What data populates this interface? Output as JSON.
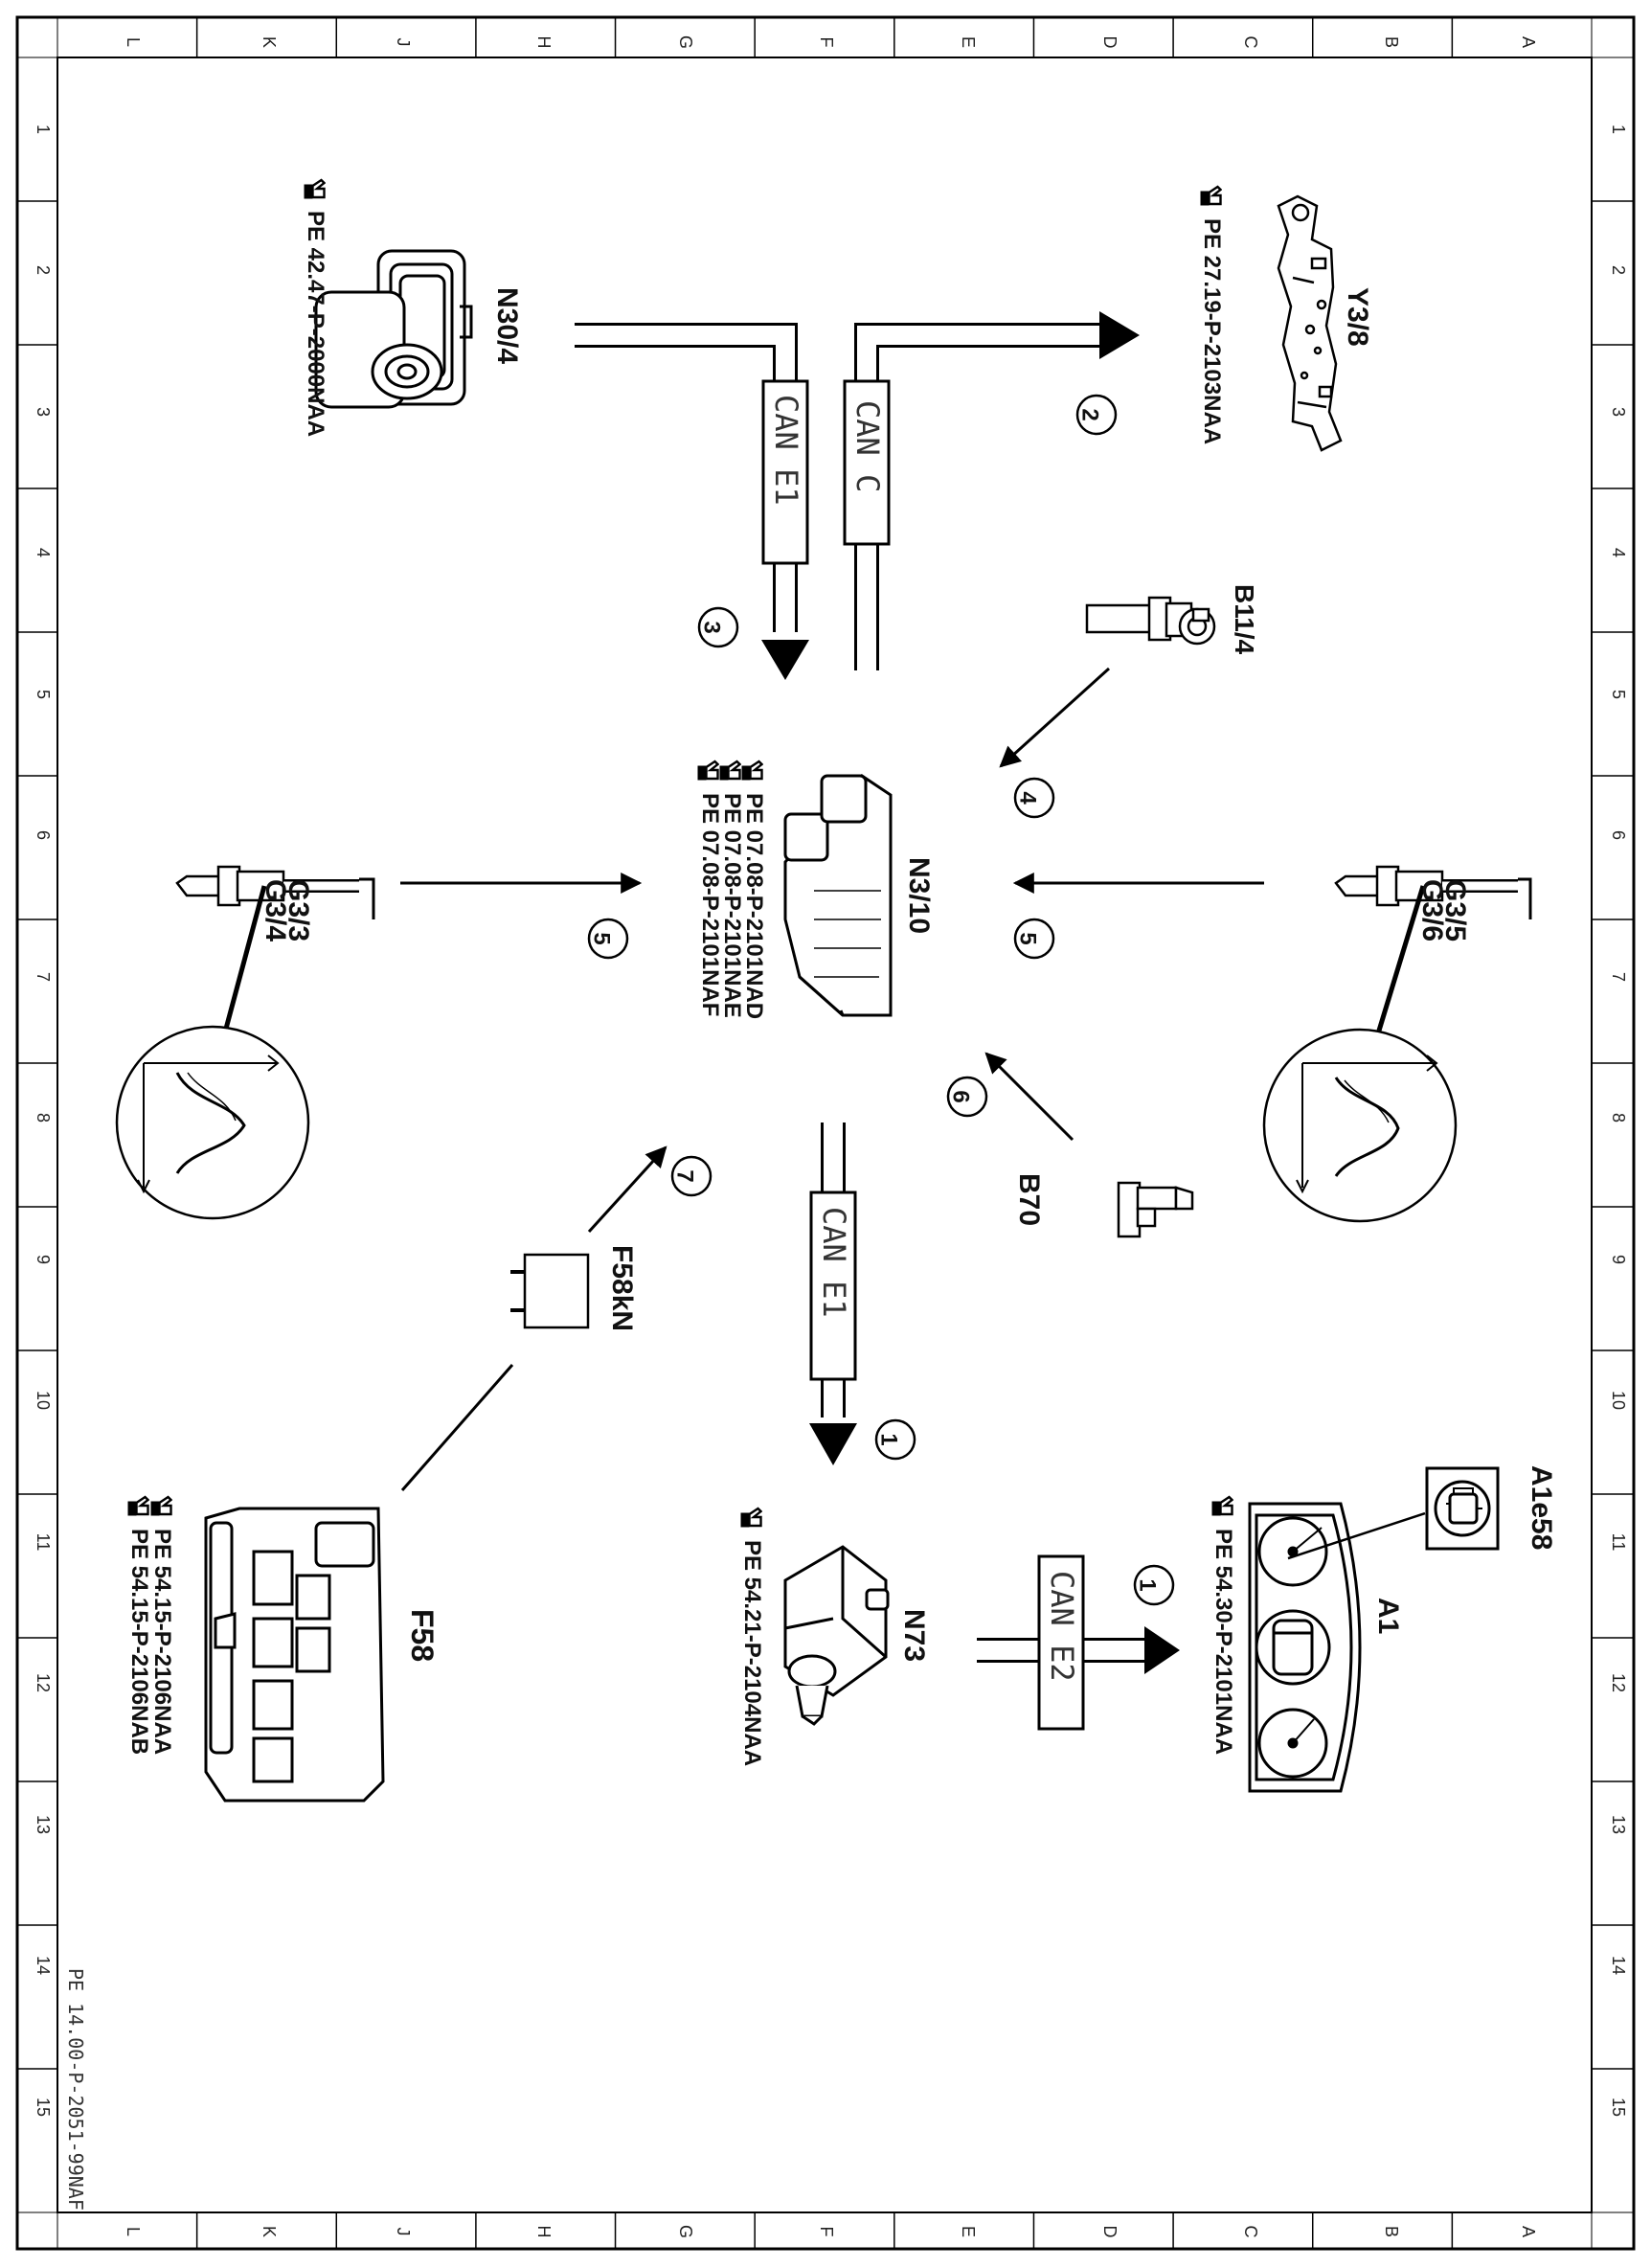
{
  "border": {
    "columns": [
      "L",
      "K",
      "J",
      "H",
      "G",
      "F",
      "E",
      "D",
      "C",
      "B",
      "A"
    ],
    "rows": [
      "1",
      "2",
      "3",
      "4",
      "5",
      "6",
      "7",
      "8",
      "9",
      "10",
      "11",
      "12",
      "13",
      "14",
      "15"
    ]
  },
  "doc_id": "PE 14.00-P-2051-99NAF",
  "components": {
    "n30_4": {
      "name": "N30/4",
      "refs": [
        "PE 42.47-P-2000NAA"
      ]
    },
    "y3_8": {
      "name": "Y3/8",
      "refs": [
        "PE 27.19-P-2103NAA"
      ]
    },
    "b11_4": {
      "name": "B11/4"
    },
    "n3_10": {
      "name": "N3/10",
      "refs": [
        "PE 07.08-P-2101NAD",
        "PE 07.08-P-2101NAE",
        "PE 07.08-P-2101NAF"
      ]
    },
    "g3_left": {
      "names": [
        "G3/3",
        "G3/4"
      ]
    },
    "g3_right": {
      "names": [
        "G3/5",
        "G3/6"
      ]
    },
    "b70": {
      "name": "B70"
    },
    "f58kn": {
      "name": "F58kN"
    },
    "f58": {
      "name": "F58",
      "refs": [
        "PE 54.15-P-2106NAA",
        "PE 54.15-P-2106NAB"
      ]
    },
    "n73": {
      "name": "N73",
      "refs": [
        "PE 54.21-P-2104NAA"
      ]
    },
    "a1": {
      "name": "A1",
      "refs": [
        "PE 54.30-P-2101NAA"
      ]
    },
    "a1e58": {
      "name": "A1e58"
    }
  },
  "buses": {
    "can_e1_top": "CAN E1",
    "can_c": "CAN C",
    "can_e1_mid": "CAN E1",
    "can_e2": "CAN E2"
  },
  "signal_numbers": {
    "n1": "1",
    "n2": "2",
    "n3": "3",
    "n4": "4",
    "n5": "5",
    "n6": "6",
    "n7": "7"
  }
}
